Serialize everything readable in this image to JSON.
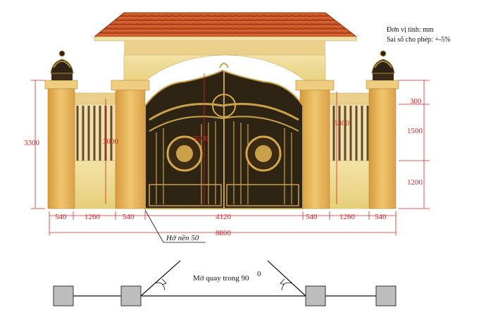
{
  "notes": {
    "unit": "Đơn vị tính: mm",
    "tolerance": "Sai số cho phép: +-5%"
  },
  "dimensions": {
    "total_height": "3300",
    "gate_height": "3000",
    "gate_center_height": "3500",
    "right_height": "3300",
    "right_top": "300",
    "right_middle": "1500",
    "right_bottom": "1200",
    "pillar_left": "540",
    "fence_left": "1260",
    "pillar_inner_left": "540",
    "gate_width": "4120",
    "pillar_inner_right": "540",
    "fence_right": "1260",
    "pillar_right": "540",
    "total_width": "8800"
  },
  "labels": {
    "ground_gap": "Hở nền 50",
    "swing": "Mở quay trong 90"
  },
  "colors": {
    "roof": "#c8552a",
    "pillar": "#e8b65a",
    "wall": "#f0dc93",
    "gate": "#3a2a18",
    "gold": "#c9a14a",
    "dimension": "#e02020"
  }
}
